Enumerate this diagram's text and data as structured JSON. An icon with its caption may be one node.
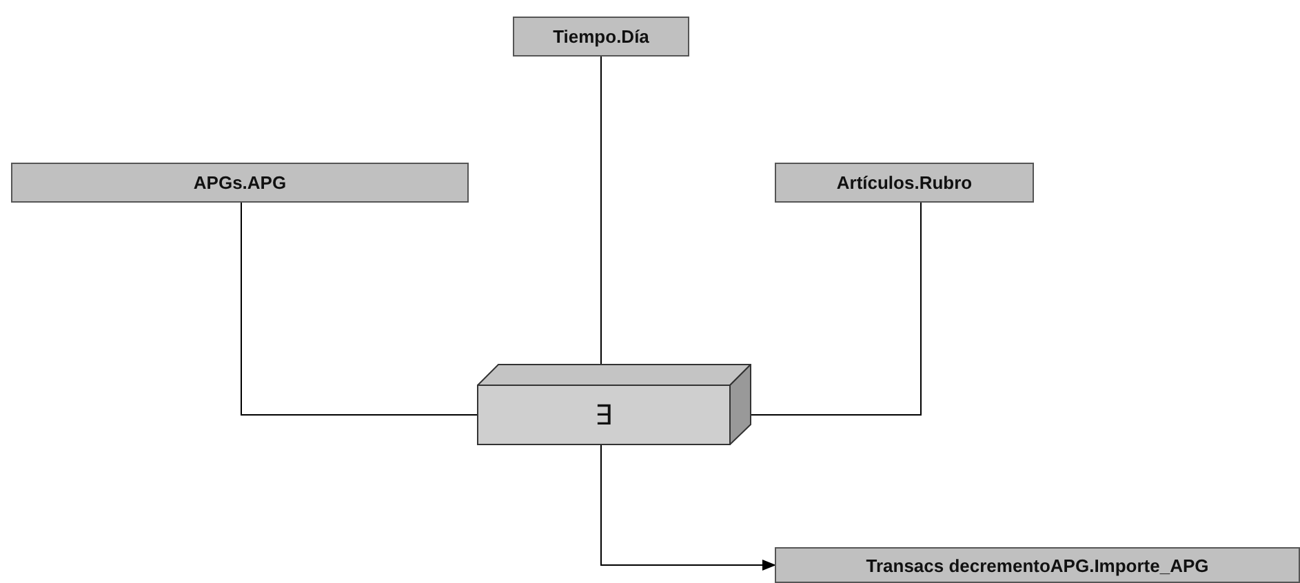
{
  "diagram": {
    "nodes": [
      {
        "text": [
          "Tiempo.Día"
        ]
      },
      {
        "text": [
          "APGs.APG"
        ]
      },
      {
        "text": [
          "Artículos.Rubro"
        ]
      },
      {
        "text": [
          "∃"
        ]
      },
      {
        "text": [
          "Transacs decrementoAPG.Importe_APG"
        ]
      }
    ],
    "edges": [
      {
        "from": 0,
        "to": 3,
        "arrow": "none"
      },
      {
        "from": 1,
        "to": 3,
        "arrow": "none"
      },
      {
        "from": 2,
        "to": 3,
        "arrow": "none"
      },
      {
        "from": 3,
        "to": 4,
        "arrow": "to"
      }
    ]
  }
}
